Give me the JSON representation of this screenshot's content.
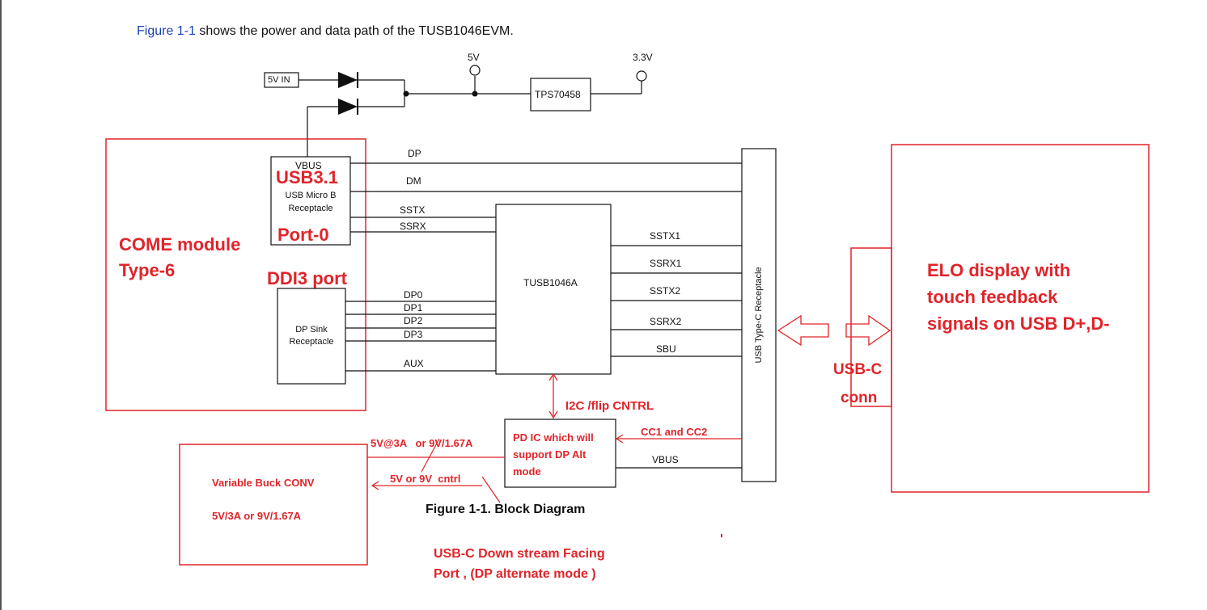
{
  "intro": {
    "figure_ref": "Figure 1-1",
    "text": " shows the power and data path of the TUSB1046EVM."
  },
  "power": {
    "input_label": "5V IN",
    "rail_5v": "5V",
    "rail_3v3": "3.3V",
    "regulator": "TPS70458"
  },
  "usb_receptacle": {
    "vbus": "VBUS",
    "name_line1": "USB Micro B",
    "name_line2": "Receptacle"
  },
  "dp_sink": {
    "line1": "DP Sink",
    "line2": "Receptacle"
  },
  "mux": {
    "name": "TUSB1046A"
  },
  "typec": {
    "label": "USB Type-C Receptacle"
  },
  "signals": {
    "dp": "DP",
    "dm": "DM",
    "sstx": "SSTX",
    "ssrx": "SSRX",
    "dp0": "DP0",
    "dp1": "DP1",
    "dp2": "DP2",
    "dp3": "DP3",
    "aux": "AUX",
    "sstx1": "SSTX1",
    "ssrx1": "SSRX1",
    "sstx2": "SSTX2",
    "ssrx2": "SSRX2",
    "sbu": "SBU",
    "vbus_pd": "VBUS"
  },
  "caption": "Figure 1-1. Block Diagram",
  "annotations": {
    "usb31": "USB3.1",
    "port0": "Port-0",
    "come_line1": "COME module",
    "come_line2": "Type-6",
    "ddi3": "DDI3 port",
    "i2c": "I2C /flip CNTRL",
    "pd_line1": "PD IC which will",
    "pd_line2": "support DP Alt",
    "pd_line3": "mode",
    "cc": "CC1 and CC2",
    "power_options": "5V@3A   or 9V/1.67A",
    "cntrl": "5V or 9V  cntrl",
    "buck_line1": "Variable Buck CONV",
    "buck_line2": "5V/3A or 9V/1.67A",
    "usbc_line1": "USB-C",
    "usbc_line2": "conn",
    "elo_line1": "ELO display with",
    "elo_line2": "touch feedback",
    "elo_line3": "signals on USB D+,D-",
    "dfp_line1": "USB-C Down stream Facing",
    "dfp_line2": "Port , (DP alternate mode )"
  },
  "colors": {
    "annotation": "#e0242a",
    "figure_link": "#1a3fb0",
    "ink": "#111111"
  }
}
